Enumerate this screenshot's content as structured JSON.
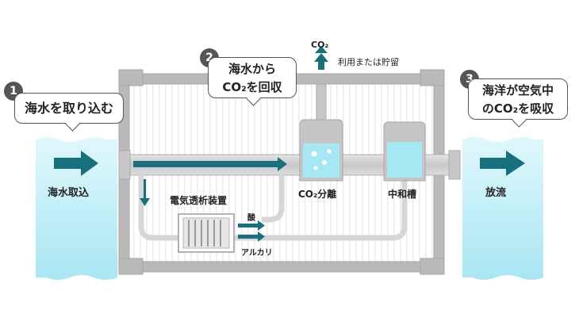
{
  "steps": [
    {
      "number": "1",
      "text": "海水を取り込む"
    },
    {
      "number": "2",
      "line1": "海水から",
      "line2": "CO₂を回収"
    },
    {
      "number": "3",
      "line1": "海洋が空気中",
      "line2": "のCO₂を吸収"
    }
  ],
  "labels": {
    "co2_out": "CO₂",
    "usage": "利用または貯留",
    "intake": "海水取込",
    "electrodialysis": "電気透析装置",
    "acid": "酸",
    "alkali": "アルカリ",
    "co2_separation": "CO₂分離",
    "neutralization": "中和槽",
    "discharge": "放流"
  },
  "colors": {
    "arrow": "#17717d",
    "water": "#bfeff8",
    "frame": "#b8b8b8",
    "pipe": "#cdcdcd"
  }
}
